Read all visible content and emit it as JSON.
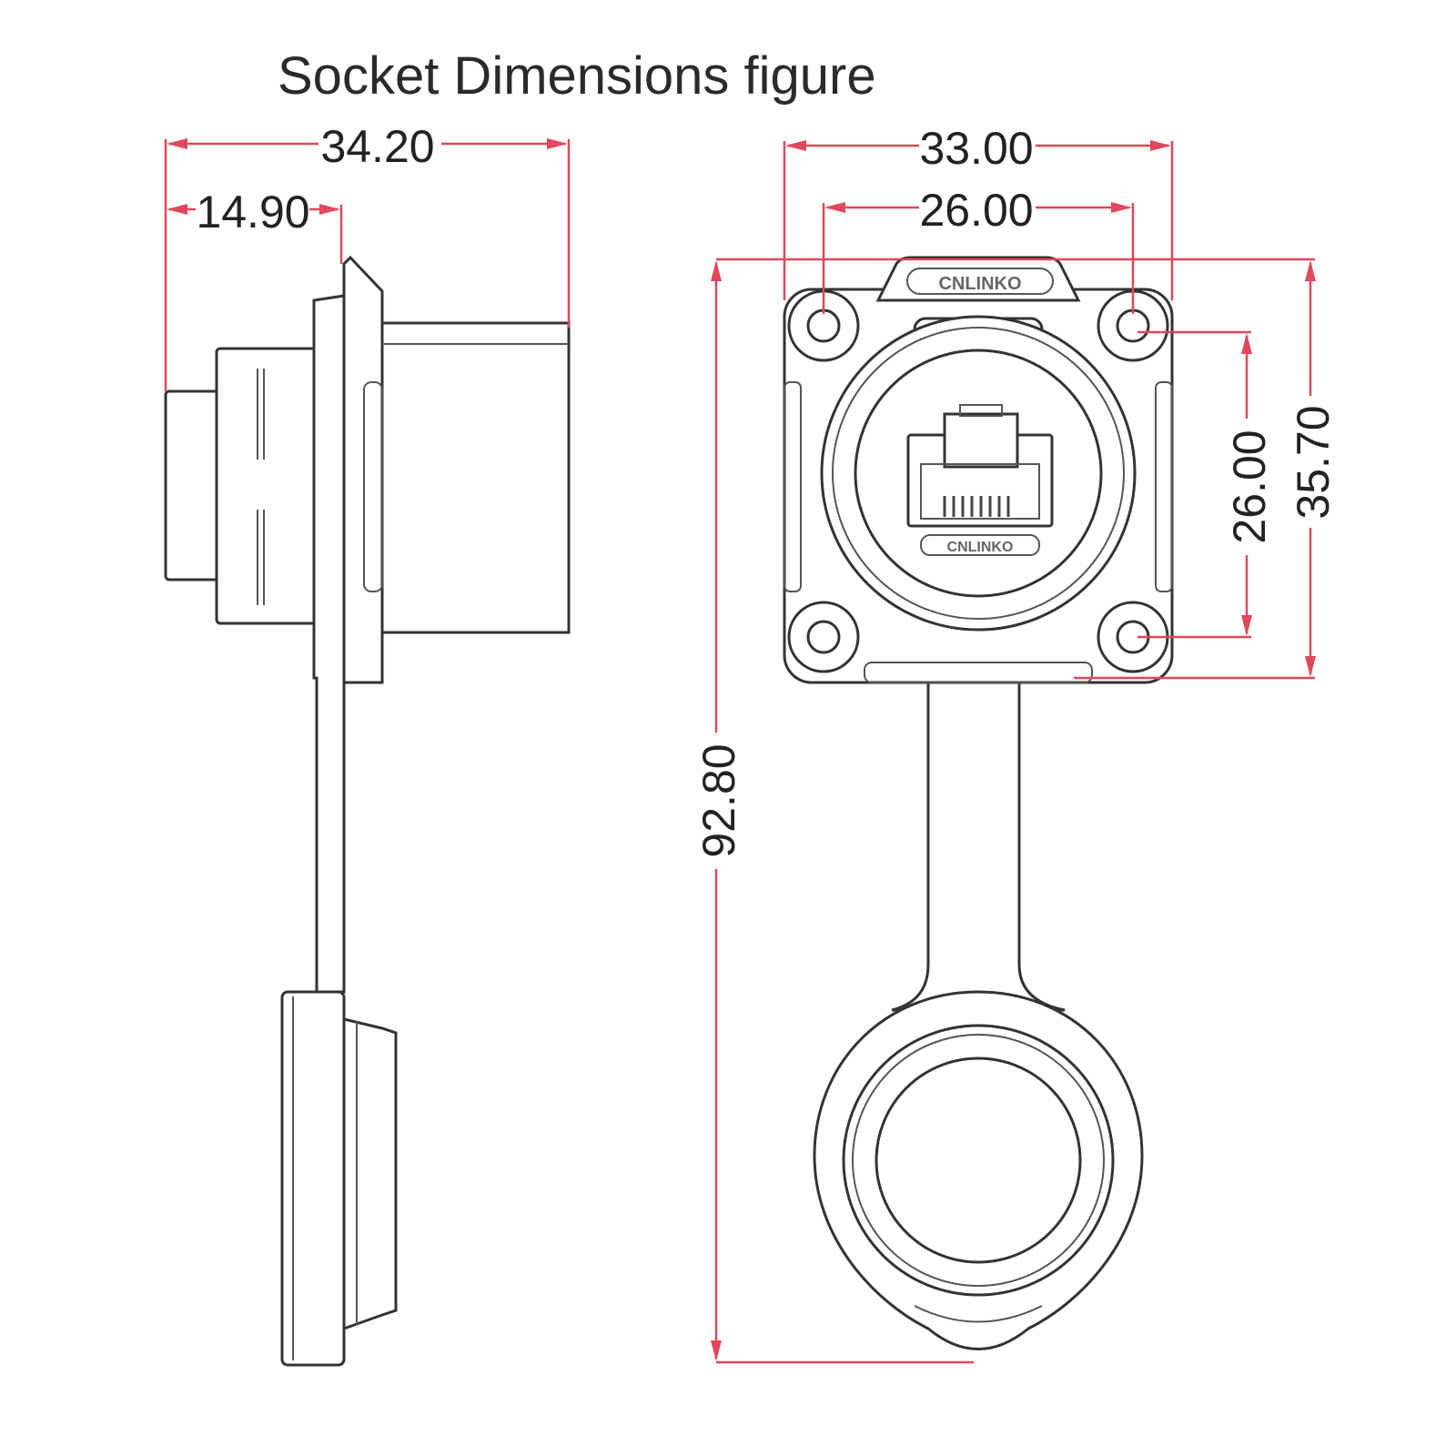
{
  "title": "Socket Dimensions figure",
  "side_view": {
    "overall_depth": "34.20",
    "rear_depth": "14.90"
  },
  "front_view": {
    "flange_width": "33.00",
    "hole_spacing_horizontal": "26.00",
    "hole_spacing_vertical": "26.00",
    "flange_height": "35.70",
    "overall_length": "92.80",
    "logo_text": "CNLINKO"
  },
  "colors": {
    "dimension": "#e0475a",
    "outline": "#333333"
  }
}
